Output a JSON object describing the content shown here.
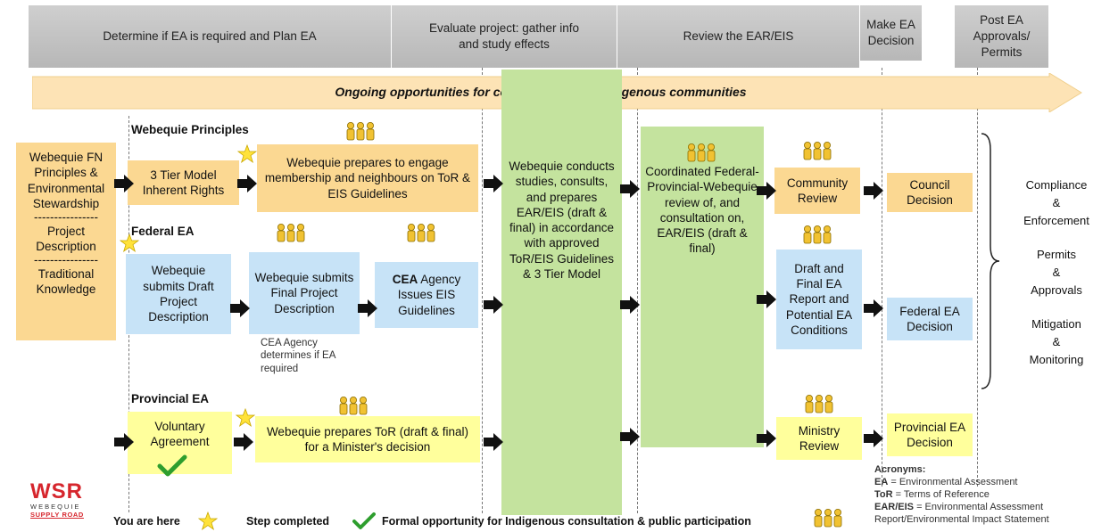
{
  "phases": [
    {
      "label": "Determine if EA is required and Plan EA"
    },
    {
      "label": "Evaluate project: gather info and study effects"
    },
    {
      "label": "Review the EAR/EIS"
    },
    {
      "label": "Make EA Decision"
    },
    {
      "label": "Post EA Approvals/ Permits"
    }
  ],
  "banner": "Ongoing opportunities for consultation with Indigenous communities",
  "left_box": {
    "line1": "Webequie FN Principles & Environmental Stewardship",
    "sep1": "----------------",
    "line2": "Project Description",
    "sep2": "----------------",
    "line3": "Traditional Knowledge"
  },
  "rows": {
    "webequie_label": "Webequie Principles",
    "federal_label": "Federal EA",
    "provincial_label": "Provincial EA"
  },
  "boxes": {
    "tier_model": "3 Tier Model Inherent Rights",
    "engage": "Webequie prepares to engage membership and neighbours on ToR & EIS Guidelines",
    "draft_pd": "Webequie submits Draft Project Description",
    "final_pd": "Webequie submits Final Project Description",
    "cea_bold": "CEA",
    "cea_rest": " Agency Issues EIS Guidelines",
    "cea_note": "CEA Agency determines if EA required",
    "voluntary": "Voluntary Agreement",
    "tor": "Webequie prepares ToR (draft & final) for a Minister's decision",
    "studies": "Webequie conducts studies, consults, and prepares EAR/EIS (draft & final) in accordance with approved ToR/EIS Guidelines & 3 Tier Model",
    "coordinated": "Coordinated Federal-Provincial-Webequie review of, and consultation on, EAR/EIS (draft & final)",
    "community_review": "Community Review",
    "draft_final_ea": "Draft and Final EA Report and Potential EA Conditions",
    "ministry_review": "Ministry Review",
    "council_decision": "Council Decision",
    "federal_decision": "Federal EA Decision",
    "provincial_decision": "Provincial EA Decision"
  },
  "post": [
    "Compliance",
    "&",
    "Enforcement",
    "Permits",
    "&",
    "Approvals",
    "Mitigation",
    "&",
    "Monitoring"
  ],
  "legend": {
    "logo_main": "WSR",
    "logo_sub1": "WEBEQUIE",
    "logo_sub2": "SUPPLY ROAD",
    "you_are_here": "You are here",
    "step_completed": "Step completed",
    "formal": "Formal opportunity for Indigenous consultation & public participation"
  },
  "acronyms": {
    "title": "Acronyms:",
    "ea_key": "EA",
    "ea_val": " = Environmental Assessment",
    "tor_key": "ToR",
    "tor_val": " = Terms of Reference",
    "ear_key": "EAR/EIS",
    "ear_val": " = Environmental Assessment",
    "ear_val2": "Report/Environmental Impact Statement"
  },
  "colors": {
    "tan": "#fbd892",
    "blue": "#c7e3f7",
    "yellow": "#ffff9c",
    "green": "#c4e39e",
    "header": "#bdbdbd",
    "banner": "#fde3b5",
    "logo_red": "#d6262d",
    "check": "#2e9e2e",
    "star": "#ffe23a"
  },
  "icons": [
    "people-icon",
    "star-icon",
    "checkmark-icon",
    "arrow-right-icon",
    "brace-icon"
  ]
}
